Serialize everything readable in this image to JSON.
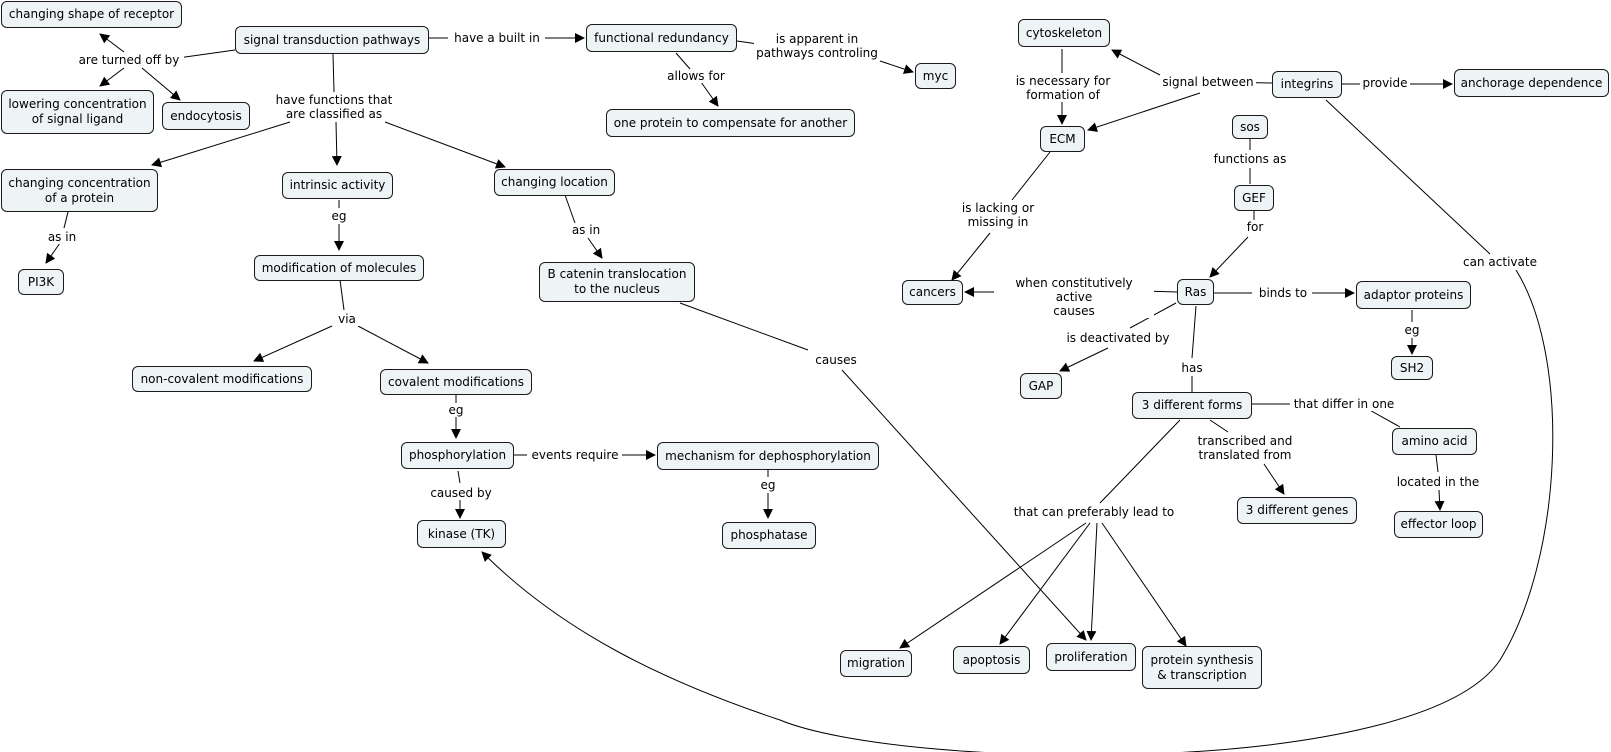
{
  "nodes": {
    "changing_shape_of_receptor": "changing shape of receptor",
    "signal_transduction_pathways": "signal transduction pathways",
    "functional_redundancy": "functional redundancy",
    "myc": "myc",
    "lowering_concentration": "lowering concentration\nof signal ligand",
    "endocytosis": "endocytosis",
    "one_protein_to_compensate": "one protein to compensate for another",
    "changing_concentration": "changing concentration\nof a protein",
    "intrinsic_activity": "intrinsic activity",
    "changing_location": "changing location",
    "pi3k": "PI3K",
    "modification_of_molecules": "modification of molecules",
    "b_catenin": "B catenin translocation\nto the nucleus",
    "non_covalent": "non-covalent modifications",
    "covalent": "covalent modifications",
    "phosphorylation": "phosphorylation",
    "mechanism_dephosphorylation": "mechanism for dephosphorylation",
    "kinase": "kinase (TK)",
    "phosphatase": "phosphatase",
    "cytoskeleton": "cytoskeleton",
    "integrins": "integrins",
    "anchorage_dependence": "anchorage dependence",
    "ecm": "ECM",
    "sos": "sos",
    "gef": "GEF",
    "cancers": "cancers",
    "ras": "Ras",
    "adaptor_proteins": "adaptor proteins",
    "sh2": "SH2",
    "gap": "GAP",
    "three_forms": "3 different forms",
    "amino_acid": "amino acid",
    "three_genes": "3 different genes",
    "effector_loop": "effector loop",
    "migration": "migration",
    "apoptosis": "apoptosis",
    "proliferation": "proliferation",
    "protein_synthesis": "protein synthesis\n& transcription"
  },
  "links": {
    "are_turned_off_by": "are turned off by",
    "have_a_built_in": "have a built in",
    "is_apparent_in": "is apparent in\npathways controling",
    "allows_for": "allows for",
    "have_functions": "have functions that\nare classified as",
    "as_in_1": "as in",
    "eg_1": "eg",
    "as_in_2": "as in",
    "via": "via",
    "eg_2": "eg",
    "events_require": "events require",
    "eg_3": "eg",
    "caused_by": "caused by",
    "causes": "causes",
    "is_necessary_for": "is necessary for\nformation of",
    "signal_between": "signal between",
    "provide": "provide",
    "functions_as": "functions as",
    "for": "for",
    "is_lacking": "is lacking or\nmissing in",
    "when_constitutively": "when constitutively active\ncauses",
    "binds_to": "binds to",
    "eg_4": "eg",
    "is_deactivated_by": "is deactivated by",
    "has": "has",
    "that_differ": "that differ in one",
    "transcribed": "transcribed and\ntranslated from",
    "located_in": "located in the",
    "that_can_lead": "that can preferably lead to",
    "can_activate": "can activate"
  }
}
